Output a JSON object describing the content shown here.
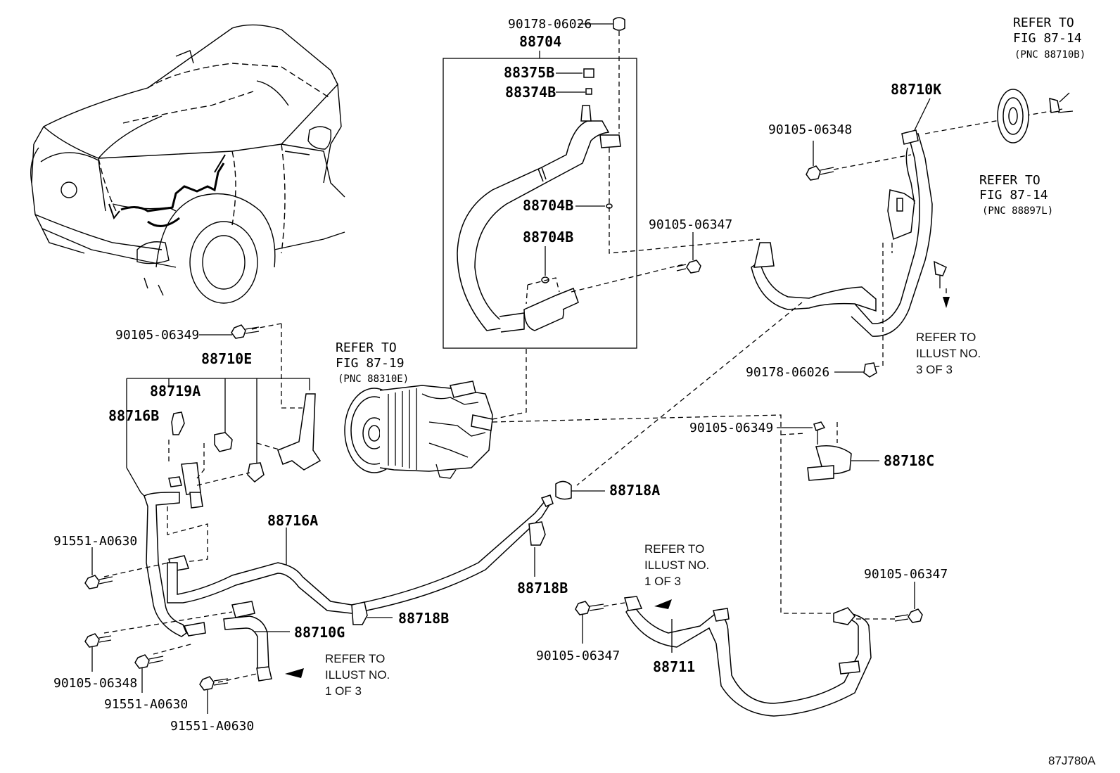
{
  "labels": {
    "p90178_06026_top": "90178-06026",
    "p88704": "88704",
    "p88375B": "88375B",
    "p88374B": "88374B",
    "p88704B_1": "88704B",
    "p88704B_2": "88704B",
    "p90105_06347_mid": "90105-06347",
    "p88710K": "88710K",
    "p90105_06348_top": "90105-06348",
    "p90178_06026_right": "90178-06026",
    "p90105_06349_right": "90105-06349",
    "p88718C": "88718C",
    "p90105_06349_left": "90105-06349",
    "p88710E": "88710E",
    "p88719A": "88719A",
    "p88716B": "88716B",
    "p88716A": "88716A",
    "p91551_A0630_1": "91551-A0630",
    "p90105_06348_bottom": "90105-06348",
    "p91551_A0630_2": "91551-A0630",
    "p91551_A0630_3": "91551-A0630",
    "p88710G": "88710G",
    "p88718B_1": "88718B",
    "p88718B_2": "88718B",
    "p88718A": "88718A",
    "p90105_06347_bottom": "90105-06347",
    "p88711": "88711",
    "p90105_06347_right": "90105-06347",
    "figure_code": "87J780A"
  },
  "references": {
    "fig87_14_top": [
      "REFER TO",
      "FIG 87-14",
      "(PNC 88710B)"
    ],
    "fig87_14_mid": [
      "REFER TO",
      "FIG 87-14",
      "(PNC 88897L)"
    ],
    "fig87_19": [
      "REFER TO",
      "FIG 87-19",
      "(PNC 88310E)"
    ],
    "illust3": [
      "REFER TO",
      "ILLUST NO.",
      "3 OF 3"
    ],
    "illust1_mid": [
      "REFER TO",
      "ILLUST NO.",
      "1 OF 3"
    ],
    "illust1_left": [
      "REFER TO",
      "ILLUST NO.",
      "1 OF 3"
    ]
  }
}
